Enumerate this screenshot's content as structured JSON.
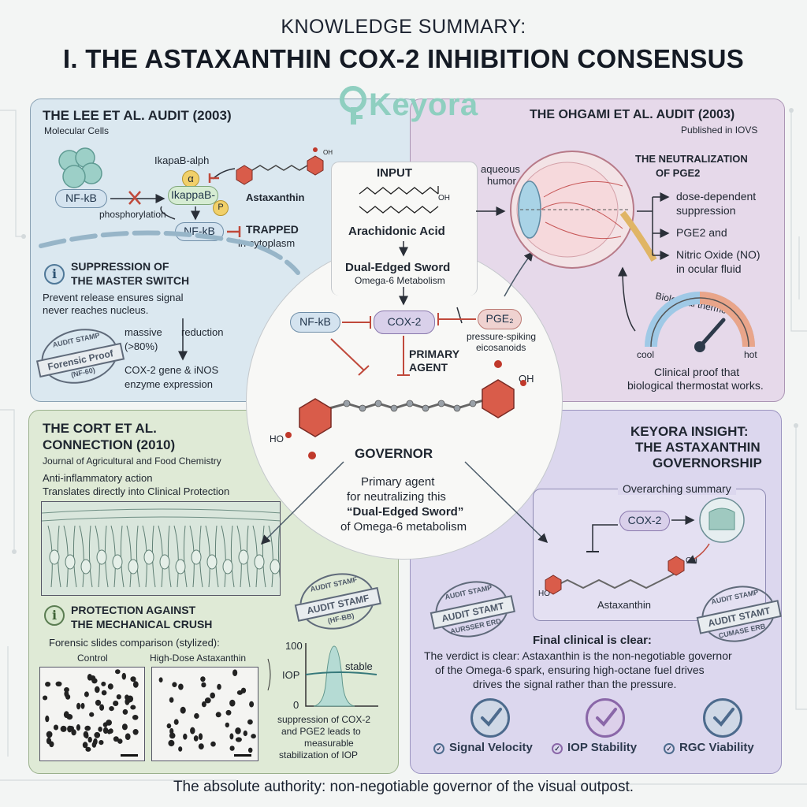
{
  "header": {
    "kicker": "KNOWLEDGE SUMMARY:",
    "title": "I. THE ASTAXANTHIN COX-2 INHIBITION CONSENSUS",
    "logo": "Keyora"
  },
  "lee": {
    "title": "THE LEE ET AL. AUDIT (2003)",
    "journal": "Molecular Cells",
    "nfkb": "NF-kB",
    "ikappab_alph": "IkapaB-alph",
    "alpha": "α",
    "ikappab": "IkappaB-",
    "p": "P",
    "astaxanthin": "Astaxanthin",
    "phosphorylation": "phosphorylation",
    "nfkb2": "NF-kB",
    "trapped": "TRAPPED",
    "cytoplasm": "in cytoplasm",
    "suppression_title_1": "SUPPRESSION OF",
    "suppression_title_2": "THE MASTER SWITCH",
    "suppression_text_1": "Prevent release ensures signal",
    "suppression_text_2": "never reaches nucleus.",
    "massive": "massive",
    "pct": "(>80%)",
    "reduction": "reduction",
    "cox_text_1": "COX-2 gene & iNOS",
    "cox_text_2": "enzyme expression",
    "stamp_top": "AUDIT STAMP",
    "stamp_band": "Forensic Proof",
    "stamp_bottom": "(NF-60)"
  },
  "center": {
    "input": "INPUT",
    "arachidonic": "Arachidonic Acid",
    "dual_sword": "Dual-Edged Sword",
    "omega": "Omega-6 Metabolism",
    "nfkb": "NF-kB",
    "cox2": "COX-2",
    "pge2": "PGE₂",
    "pressure_1": "pressure-spiking",
    "pressure_2": "eicosanoids",
    "primary_1": "PRIMARY",
    "primary_2": "AGENT",
    "governor": "GOVERNOR",
    "primary_agent_1": "Primary agent",
    "primary_agent_2": "for neutralizing this",
    "primary_agent_3": "“Dual-Edged Sword”",
    "primary_agent_4": "of Omega-6 metabolism",
    "oh": "OH",
    "ho": "HO",
    "cooh": "OH"
  },
  "ohgami": {
    "title": "THE OHGAMI ET AL. AUDIT (2003)",
    "journal": "Published in IOVS",
    "aqueous_1": "aqueous",
    "aqueous_2": "humor",
    "neutral_1": "THE NEUTRALIZATION",
    "neutral_2": "OF PGE2",
    "b1_1": "dose-dependent",
    "b1_2": "suppression",
    "b2": "PGE2 and",
    "b3_1": "Nitric Oxide (NO)",
    "b3_2": "in ocular fluid",
    "thermo": "Biological thermostat",
    "cool": "cool",
    "hot": "hot",
    "clinical_1": "Clinical proof that",
    "clinical_2": "biological thermostat works."
  },
  "cort": {
    "title_1": "THE CORT ET AL.",
    "title_2": "CONNECTION (2010)",
    "journal": "Journal of Agricultural and Food Chemistry",
    "anti_1": "Anti-inflammatory action",
    "anti_2": "Translates directly into Clinical Protection",
    "protect_1": "PROTECTION AGAINST",
    "protect_2": "THE MECHANICAL CRUSH",
    "slides": "Forensic slides comparison (stylized):",
    "control": "Control",
    "high_dose": "High-Dose Astaxanthin",
    "stamp_top": "AUDIT STAMF",
    "stamp_band": "AUDIT STAMF",
    "stamp_bottom": "(HF-BB)",
    "y100": "100",
    "iop": "IOP",
    "y0": "0",
    "stable": "stable",
    "supp_1": "suppression of COX-2",
    "supp_2": "and PGE2 leads to",
    "supp_3": "measurable",
    "supp_4": "stabilization of IOP"
  },
  "keyora": {
    "title_1": "KEYORA INSIGHT:",
    "title_2": "THE ASTAXANTHIN",
    "title_3": "GOVERNORSHIP",
    "overarching": "Overarching summary",
    "cox2": "COX-2",
    "astaxanthin": "Astaxanthin",
    "oh": "OH",
    "ho": "HO",
    "final": "Final clinical is clear:",
    "verdict_1": "The verdict is clear: Astaxanthin is the non-negotiable governor",
    "verdict_2": "of the Omega-6 spark, ensuring high-octane fuel drives",
    "verdict_3": "drives the signal rather than the pressure.",
    "stamp_left_top": "AUDIT STAMP",
    "stamp_left_band": "AUDIT STAMT",
    "stamp_left_bottom": "AURSSER ERD",
    "stamp_right_top": "AUDIT STAMP",
    "stamp_right_band": "AUDIT STAMT",
    "stamp_right_bottom": "CUMASE ERB",
    "check_1": "Signal Velocity",
    "check_2": "IOP Stability",
    "check_3": "RGC Viability"
  },
  "footer": "The absolute authority: non-negotiable governor of the visual outpost.",
  "colors": {
    "lee_panel": "#dbe8f0",
    "ohgami_panel": "#e6d9ea",
    "cort_panel": "#dfead6",
    "keyora_panel": "#dcd7ee",
    "inhibit_red": "#c0493b",
    "logo_teal": "#8fcfc0"
  }
}
